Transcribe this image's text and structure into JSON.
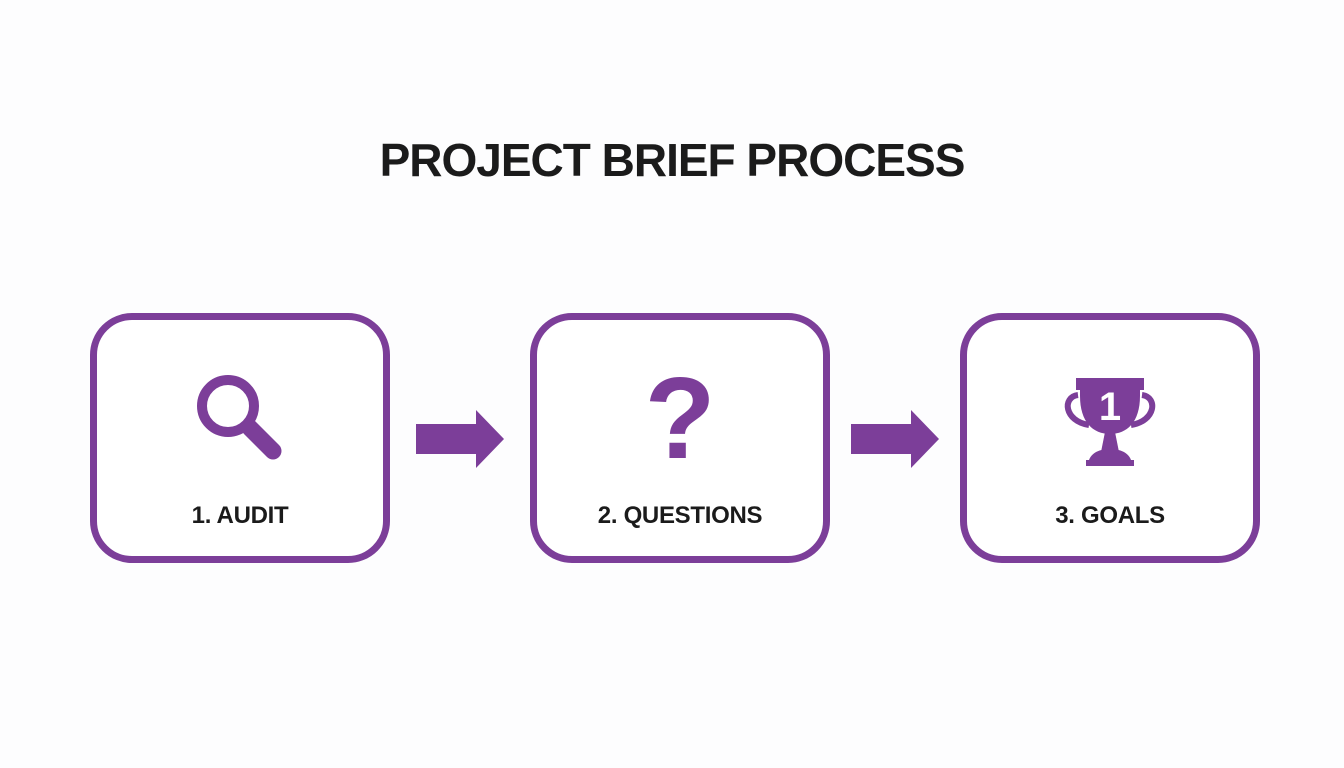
{
  "title": "PROJECT BRIEF PROCESS",
  "colors": {
    "accent": "#7C3E99",
    "ink": "#1B1B1B",
    "background": "#FDFDFE"
  },
  "steps": [
    {
      "label": "1. AUDIT",
      "icon": "magnifying-glass-icon"
    },
    {
      "label": "2. QUESTIONS",
      "icon": "question-mark-icon",
      "glyph": "?"
    },
    {
      "label": "3. GOALS",
      "icon": "trophy-icon",
      "trophy_number": "1"
    }
  ],
  "connectors": [
    {
      "icon": "right-arrow-icon"
    },
    {
      "icon": "right-arrow-icon"
    }
  ]
}
